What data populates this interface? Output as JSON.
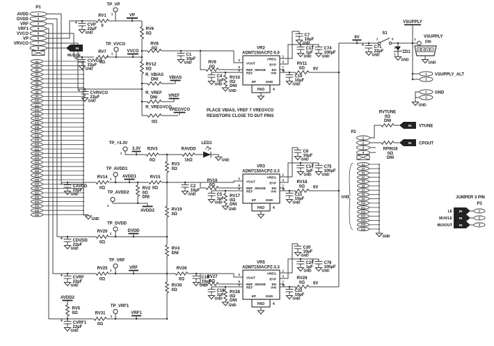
{
  "g": "GND",
  "note": [
    "PLACE VBIAS, VREF 7 VREGVCO",
    "RESISTORS CLOSE TO DUT PINS"
  ],
  "n": {
    "vp": "VP",
    "vvco": "VVCO",
    "vbias": "VBIAS",
    "vref": "VREF",
    "vregvco": "VREGVCO",
    "v33": "3.3V",
    "avdd1": "AVDD1",
    "avdd2": "AVDD2",
    "dvdd": "DVDD",
    "vrf": "VRF",
    "vrf1": "VRF1",
    "v6": "6V",
    "vsupply": "VSUPPLY",
    "vsupply_alt": "VSUPPLY_ALT",
    "vtune": "VTUNE",
    "cpout": "CPOUT"
  },
  "tp": {
    "vp": "TP_VP",
    "vvco": "TP_VVCO",
    "v33": "TP_+3.3V",
    "avdd1": "TP_AVDD1",
    "avdd2": "TP_AVDD2",
    "dvdd": "TP_DVDD",
    "vrf": "TP_VRF",
    "vrf1": "TP_VRF1",
    "one": "1"
  },
  "c": {
    "RV1": [
      "RV1",
      "0"
    ],
    "RV6": [
      "RV6",
      "0Ω"
    ],
    "RV7": [
      "RV7",
      "0Ω"
    ],
    "RV8": [
      "RV8",
      "0Ω"
    ],
    "RV12": [
      "RV12",
      "0Ω"
    ],
    "RV9": [
      "RV9",
      "0Ω"
    ],
    "RV10": [
      "RV10",
      "0Ω",
      "DNI"
    ],
    "RV11": [
      "RV11",
      "0Ω"
    ],
    "R_VBIAS": [
      "R_VBIAS",
      "DNI"
    ],
    "R_VREF": [
      "R_VREF",
      "DNI"
    ],
    "R_VREGVCO": [
      "R_VREGVCO",
      "0Ω"
    ],
    "R3V3": [
      "R3V3",
      "0Ω"
    ],
    "RAVDD": [
      "RAVDD",
      "1kΩ"
    ],
    "RV3": [
      "RV3",
      "0Ω"
    ],
    "RV14": [
      "RV14",
      "0Ω"
    ],
    "RV15": [
      "RV15",
      "0Ω"
    ],
    "RV2": [
      "RV2",
      "0Ω",
      "DNI"
    ],
    "RV16": [
      "RV16",
      "0Ω"
    ],
    "RV17": [
      "RV17",
      "0Ω",
      "DNI"
    ],
    "RV18": [
      "RV18",
      "0Ω"
    ],
    "RV19": [
      "RV19",
      "0Ω"
    ],
    "RV20": [
      "RV20",
      "0Ω"
    ],
    "RV4": [
      "RV4",
      "DNI"
    ],
    "RV25": [
      "RV25",
      "0Ω"
    ],
    "RV26": [
      "RV26",
      "0Ω"
    ],
    "RV27": [
      "RV27",
      "0Ω"
    ],
    "RV28": [
      "RV28",
      "0Ω",
      "DNI"
    ],
    "RV29": [
      "RV29",
      "0Ω"
    ],
    "RV30": [
      "RV30",
      "0Ω"
    ],
    "RV31": [
      "RV31",
      "0Ω"
    ],
    "RV5": [
      "RV5",
      "0Ω"
    ],
    "RVTUNE": [
      "RVTUNE",
      "0Ω",
      "DNI"
    ],
    "RPIN18": [
      "RPIN18",
      "0Ω",
      "DNI"
    ],
    "CVP": [
      "CVP",
      "22µF"
    ],
    "CVVCO": [
      "CVVCO",
      "22µF"
    ],
    "CVRVCO": [
      "CVRVCO",
      "22µF"
    ],
    "C1": [
      "C1",
      "10µF"
    ],
    "C4": [
      "C4",
      "1µF"
    ],
    "C7": [
      "C7",
      "10µF"
    ],
    "C13": [
      "C13",
      "1µF"
    ],
    "C74": [
      "C74",
      "100µF"
    ],
    "C10": [
      "C10",
      "10µF"
    ],
    "C71": [
      "C71",
      "22µF"
    ],
    "C2": [
      "C2",
      "10µF"
    ],
    "C5": [
      "C5",
      "1µF"
    ],
    "C8": [
      "C8",
      "10µF"
    ],
    "C14": [
      "C14",
      "1µF"
    ],
    "C75": [
      "C75",
      "100µF"
    ],
    "C11": [
      "C11",
      "10µF"
    ],
    "CAVDD": [
      "CAVDD",
      "22µF"
    ],
    "CDVDD": [
      "CDVDD",
      "22µF"
    ],
    "CVRF": [
      "CVRF",
      "22µF"
    ],
    "C16": [
      "C16",
      "10µF"
    ],
    "C18": [
      "C18",
      "1µF"
    ],
    "C20": [
      "C20",
      "10µF"
    ],
    "C24": [
      "C24",
      "1µF"
    ],
    "C76": [
      "C76",
      "100µF"
    ],
    "C22": [
      "C22",
      "10µF"
    ],
    "CVRF1": [
      "CVRF1",
      "22µF"
    ],
    "S1": [
      "S1",
      "1",
      "3"
    ],
    "ZD1": [
      "ZD1",
      "3",
      "1"
    ],
    "LED1": [
      "LED1"
    ]
  },
  "reg": {
    "vout": [
      "VOUT",
      "2"
    ],
    "ref_sense": [
      "REF_SENSE",
      "5"
    ],
    "ref": [
      "REF",
      "6"
    ],
    "vreg": [
      "VREG",
      "1"
    ],
    "byp": [
      "BYP",
      "3"
    ],
    "en": [
      "EN",
      "7"
    ],
    "vin": [
      "VIN",
      "8"
    ],
    "ep": "EP",
    "gnd": "GND",
    "pad": [
      "PAD",
      "4"
    ],
    "list": [
      [
        "VR2",
        "ADM7150ACPZ-5.0"
      ],
      [
        "VR3",
        "ADM7150ACPZ-3.3"
      ],
      [
        "VR5",
        "ADM7150ACPZ-3.3"
      ]
    ]
  },
  "p1": {
    "ref": "P1",
    "pins": [
      [
        "1",
        "AVDD"
      ],
      [
        "2",
        "DVDD"
      ],
      [
        "3",
        "VRF"
      ],
      [
        "4",
        "VRF1"
      ],
      [
        "5",
        "VVCO"
      ],
      [
        "6",
        "VP"
      ],
      [
        "7",
        "VRVCO"
      ],
      [
        "8",
        ""
      ]
    ],
    "port": "IN",
    "port_label": "MUX/LE",
    "g_count": 36
  },
  "p2": {
    "ref": "P2",
    "pins": [
      "1",
      "2",
      "3",
      "4"
    ],
    "g_count": 16,
    "bracket": "GND"
  },
  "p3": {
    "title": "JUMPER 3 PIN",
    "ref": "P3",
    "port": "IN",
    "rows": [
      [
        "LE",
        "1"
      ],
      [
        "MUX/LE",
        "2"
      ],
      [
        "MUXOUT",
        "3"
      ]
    ]
  },
  "jack": {
    "label": "VSUPPLY",
    "dni": "DNI",
    "pin1": "1",
    "pins": [
      "5",
      "4",
      "3",
      "2"
    ]
  },
  "alt": {
    "pins": [
      "1",
      "2"
    ]
  },
  "gndconn": {
    "pins": [
      "1",
      "2"
    ]
  },
  "ports": {
    "in": "IN",
    "vtune": "VTUNE",
    "cpout": "CPOUT"
  }
}
